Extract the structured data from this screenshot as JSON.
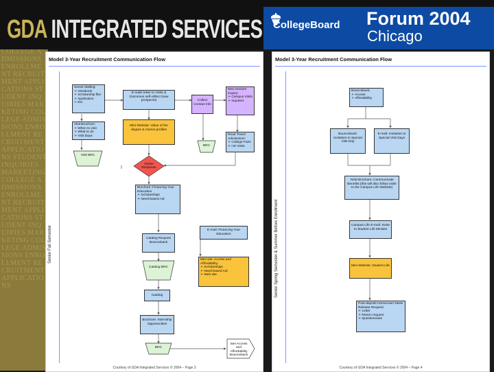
{
  "header": {
    "brand_gda": "GDA",
    "brand_rest": "INTEGRATED SERVICES",
    "cb_logo": "CollegeBoard",
    "forum_title": "Forum 2004",
    "forum_city": "Chicago"
  },
  "sidebar_text": "COLLEGE ADMISSIONS ENROLLMENT RECRUITMENT APPLICATIONS STUDENT INQUIRIES MARKETING COLLEGE ADMISSIONS ENROLLMENT RECRUITMENT APPLICATIONS STUDENT INQUIRIES MARKETING COLLEGE ADMISSIONS ENROLLMENT RECRUITMENT APPLICATIONS STUDENT INQUIRIES MARKETING COLLEGE ADMISSIONS ENROLLMENT RECRUITMENT APPLICATIONS",
  "left_panel": {
    "title": "Model 3-Year Recruitment Communication Flow",
    "side_label": "Senior Fall Semester",
    "footer": "Courtesy of GDA Integrated Services © 2004 – Page 3",
    "nodes": {
      "senior_mailing": "Senior Mailing:\n➢ Viewbook\n➢ Scholarship flier\n➢ Application\n➢ Etc.",
      "email_letter": "E-mails letter to Visits & Outcomes self-reflect (new prospects)",
      "collect_contact": "Collect Contact Info",
      "new_seniors": "New Seniors Inquiry:\n➢ Campus Visits\n➢ Inquiries",
      "visit_brochure": "Visit Brochure:\n➢ When to visit\n➢ What to do\n➢ Visit Days",
      "web_mini": "Mini-Website: Value of the degree & Alumni profiles",
      "brc1": "BRC",
      "road_travel": "Road Travel Admissions:\n➢ College Fairs\n➢ HS Visits",
      "visit_brc": "Visit BRC",
      "online_response": "Online Response",
      "financing_brochure": "Brochure: Financing Your Education\n➢ Scholarships\n➢ Need-based Aid",
      "email_financing": "E-mail: Financing Your Education",
      "catalog": "Catalog Request Bounceback",
      "mini_costs": "Mini site: Access and Affordability:\n➢ Scholarships\n➢ Need-based Aid\n➢ Web site",
      "catalog_brc": "Catalog BRC",
      "catalog2": "Catalog",
      "internship": "Brochure: Internship Opportunities",
      "brc2": "BRC",
      "see_access": "See Access and Affordability Bounceback"
    }
  },
  "right_panel": {
    "title": "Model 3-Year Recruitment Communication Flow",
    "side_label": "Senior Spring Semester & Summer Before Enrollment",
    "footer": "Courtesy of GDA Integrated Services © 2004 – Page 4",
    "nodes": {
      "bounceback": "Bounceback:\n➢ Access\n➢ Affordability",
      "bounceback_invite": "Bounceback: Invitation to Special Visit Day",
      "email_invite": "E-mail: Invitation to Special Visit Days",
      "yield_brochure": "Yield Brochure: Communicate Benefits (this will also follow visits to the Campus Life Website)",
      "campus_email": "Campus Life E-mail: Invite to Student Life Minisite",
      "mini_student_life": "Mini-Website: Student Life",
      "post_deposit": "Post-deposit Homecown News Release Request\n➢ Letter\n➢ Return request\n➢ Questionnaire"
    }
  },
  "colors": {
    "blue_box": "#b9d6f2",
    "orange_box": "#f9c33c",
    "purple_box": "#d5b4ff",
    "green_box": "#dcf3d5",
    "cb_blue": "#0d4aa3",
    "gold": "#c9b35a"
  }
}
